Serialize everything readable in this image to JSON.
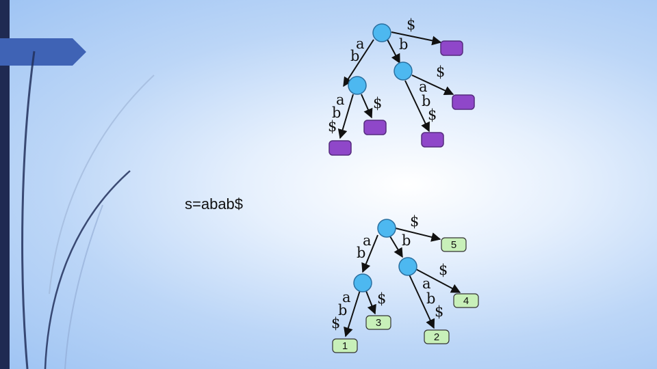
{
  "slide": {
    "string_text": "s=abab$",
    "colors": {
      "internal_node": "#4db8f0",
      "leaf_unlabeled": "#8f47c9",
      "leaf_labeled": "#c8f0b9",
      "left_bar": "#1f2a52",
      "tab": "#3f63b5"
    }
  },
  "top_tree": {
    "edge_labels": {
      "root_left_a": "a",
      "root_left_b": "b",
      "root_mid_b": "b",
      "root_right": "$",
      "left_leaf_a": "a",
      "left_leaf_b": "b",
      "left_leaf_dollar": "$",
      "left_mid_dollar": "$",
      "right_leaf_a": "a",
      "right_leaf_b": "b",
      "right_leaf_dollar": "$",
      "right_right_dollar": "$"
    }
  },
  "bottom_tree": {
    "edge_labels": {
      "root_left_a": "a",
      "root_left_b": "b",
      "root_mid_b": "b",
      "root_right": "$",
      "left_leaf_a": "a",
      "left_leaf_b": "b",
      "left_leaf_dollar": "$",
      "left_mid_dollar": "$",
      "right_leaf_a": "a",
      "right_leaf_b": "b",
      "right_leaf_dollar": "$",
      "right_right_dollar": "$"
    },
    "leaf_labels": {
      "leaf_1": "1",
      "leaf_3": "3",
      "leaf_2": "2",
      "leaf_5": "5",
      "leaf_4": "4"
    }
  }
}
